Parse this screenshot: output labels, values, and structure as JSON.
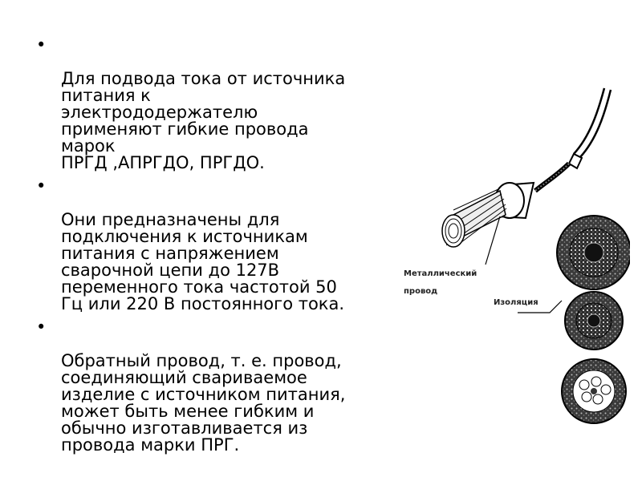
{
  "bullets": [
    {
      "text": "Для подвода тока от источника\nпитания к\nэлектрододержателю\nприменяют гибкие провода\nмарок\nПРГД ,АПРГДО, ПРГДО."
    },
    {
      "text": "Они предназначены для\nподключения к источникам\nпитания с напряжением\nсварочной цепи до 127В\nпеременного тока частотой 50\nГц или 220 В постоянного тока."
    },
    {
      "text": "Обратный провод, т. е. провод,\nсоединяющий свариваемое\nизделие с источником питания,\nможет быть менее гибким и\nобычно изготавливается из\nпровода марки ПРГ."
    }
  ],
  "figure": {
    "label_wire_line1": "Металлический",
    "label_wire_line2": "провод",
    "label_insulation": "Изоляция"
  }
}
